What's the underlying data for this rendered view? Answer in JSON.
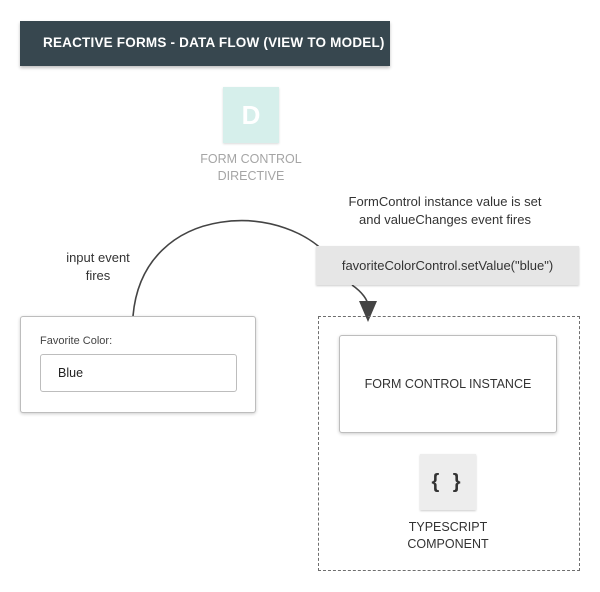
{
  "header": {
    "title": "REACTIVE FORMS - DATA FLOW (VIEW TO MODEL)"
  },
  "directive": {
    "badge_letter": "D",
    "label": "FORM CONTROL\nDIRECTIVE"
  },
  "annotations": {
    "input_event": "input event\nfires",
    "form_control_update": "FormControl instance value is set\nand valueChanges event fires"
  },
  "code": {
    "statement": "favoriteColorControl.setValue(\"blue\")"
  },
  "input_card": {
    "label": "Favorite Color:",
    "value": "Blue"
  },
  "component": {
    "instance_label": "FORM CONTROL INSTANCE",
    "icon_glyph": "{ }",
    "label": "TYPESCRIPT\nCOMPONENT"
  },
  "colors": {
    "banner": "#37474f",
    "directive_badge": "#d6efeb",
    "directive_text": "#a5a5a5",
    "code_chip": "#e6e6e6"
  },
  "icons": [
    "directive-badge",
    "braces-icon",
    "arrow-head"
  ]
}
